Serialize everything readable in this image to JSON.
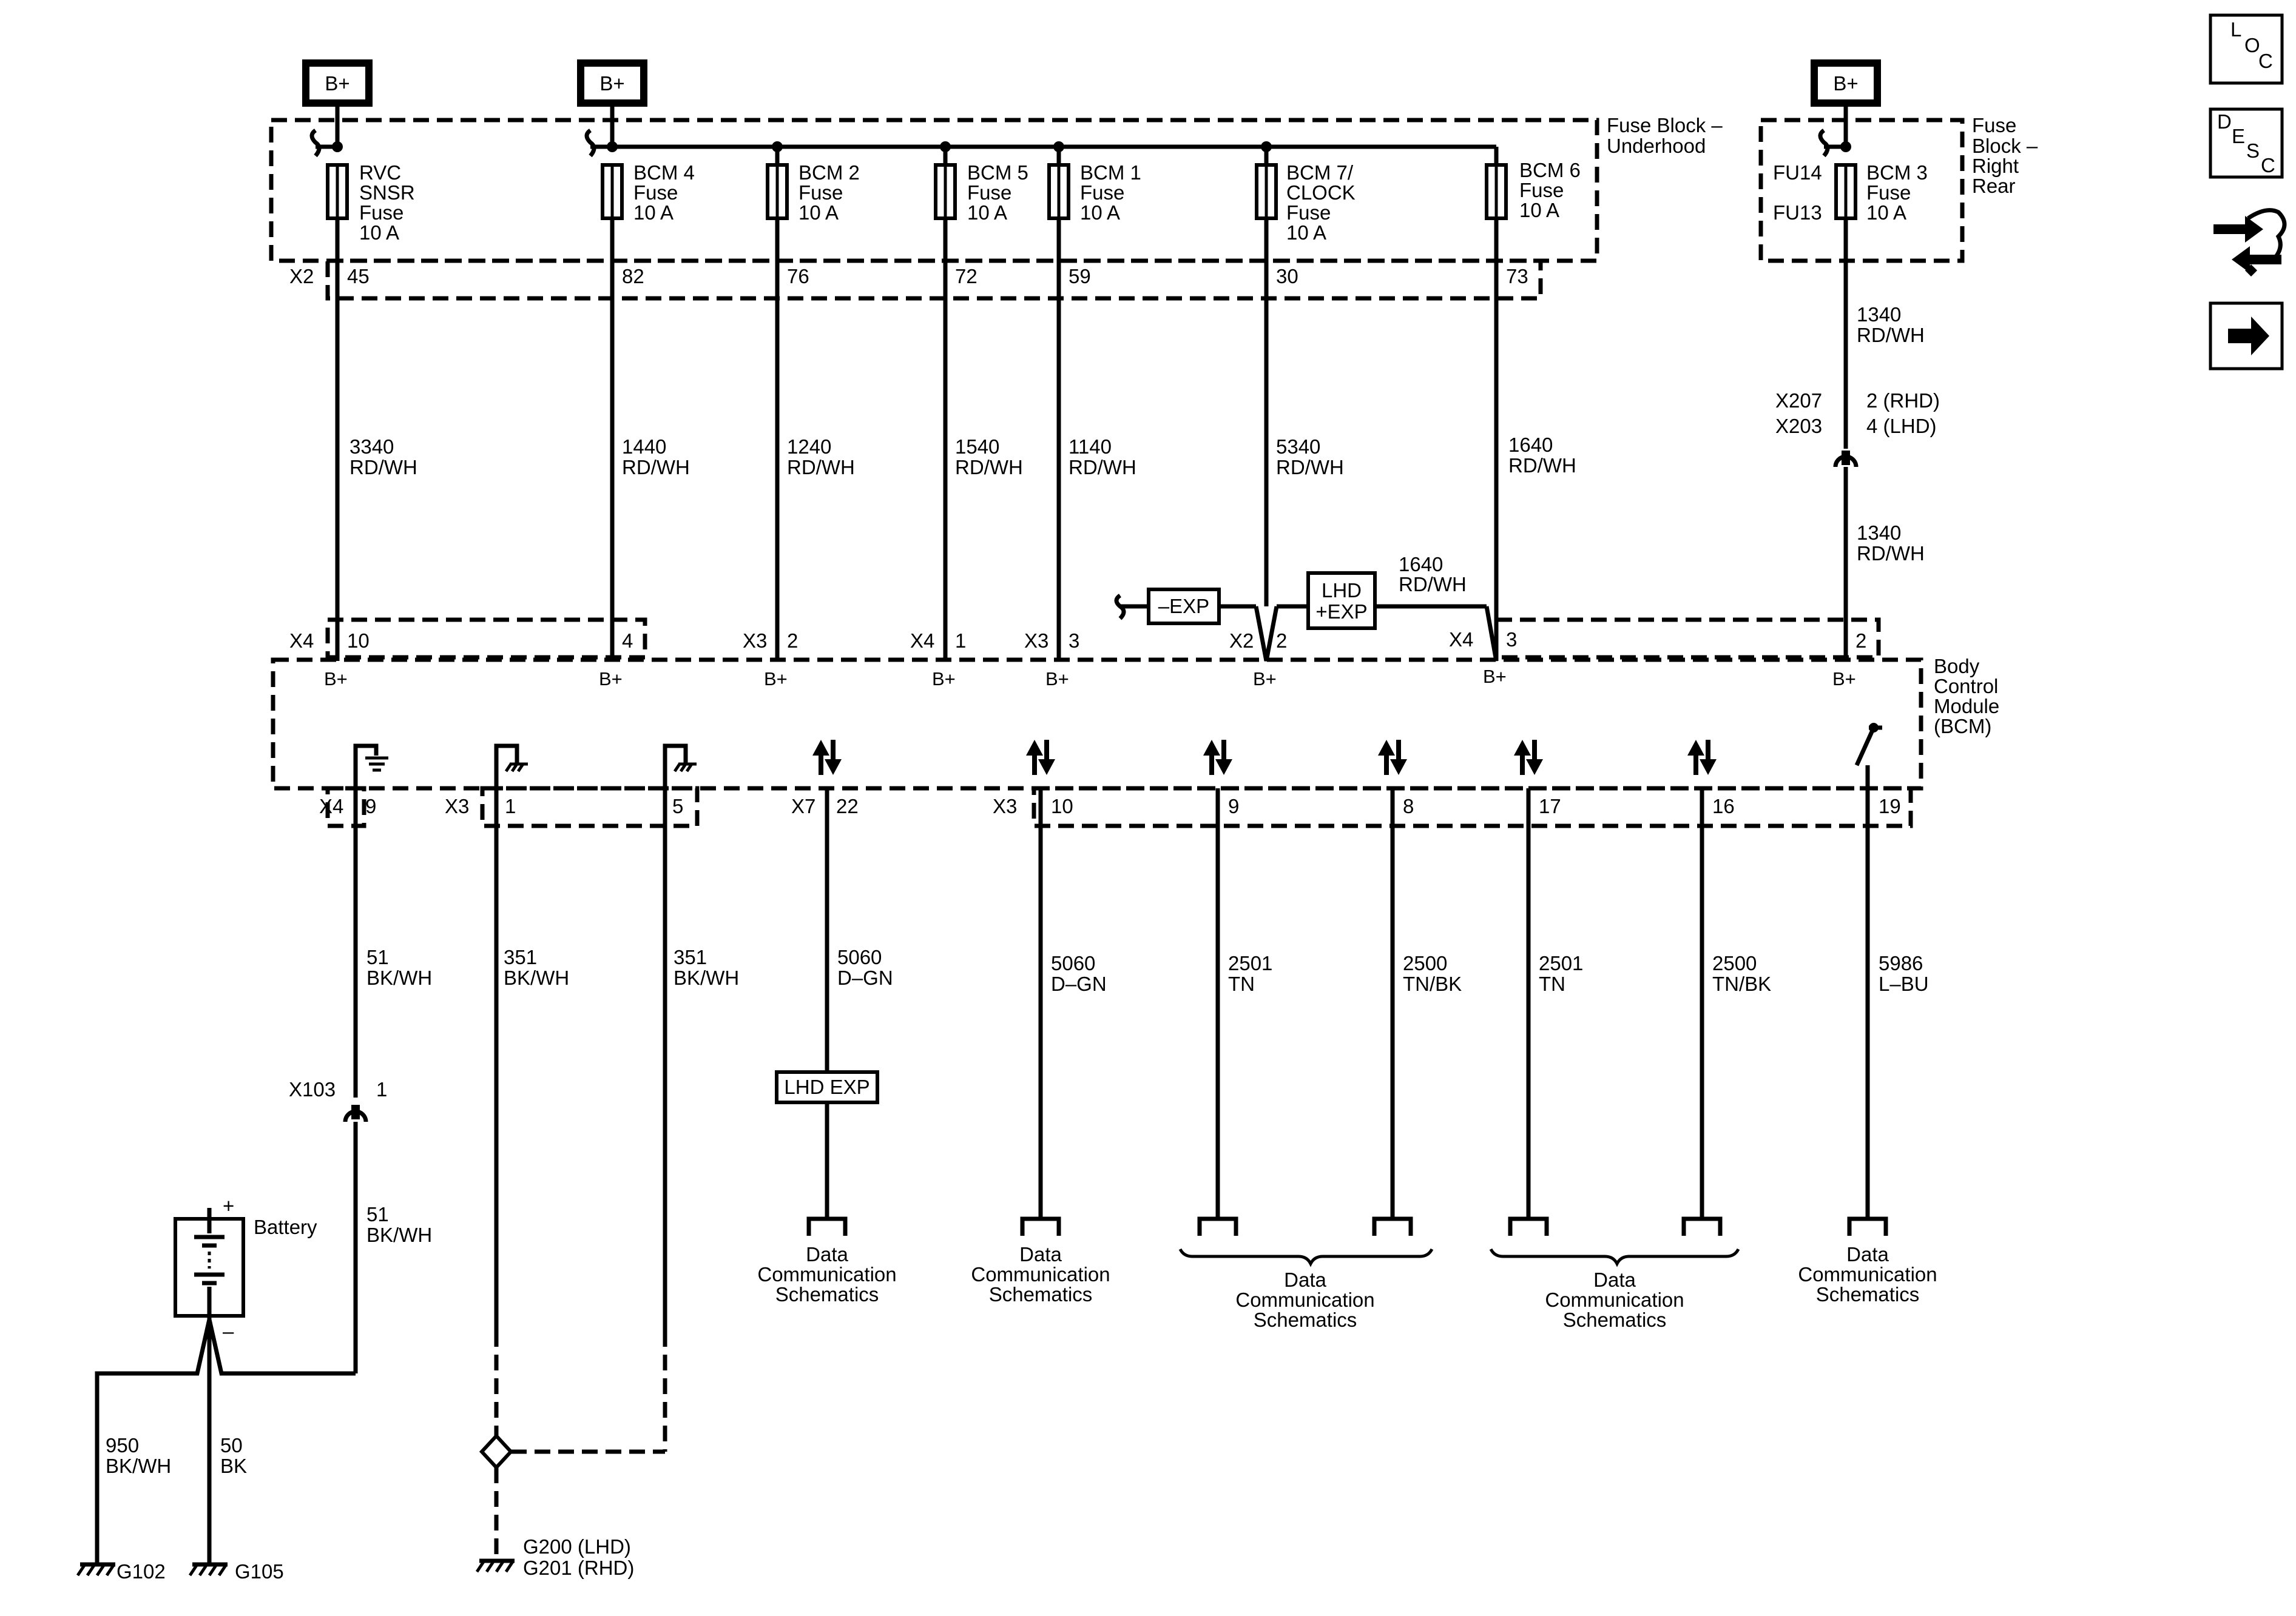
{
  "b_plus": "B+",
  "fuse_blocks": {
    "underhood": {
      "line1": "Fuse Block –",
      "line2": "Underhood"
    },
    "right_rear": {
      "line1": "Fuse",
      "line2": "Block –",
      "line3": "Right",
      "line4": "Rear"
    }
  },
  "fuses": {
    "rvc": [
      "RVC",
      "SNSR",
      "Fuse",
      "10 A"
    ],
    "bcm4": [
      "BCM 4",
      "Fuse",
      "10 A"
    ],
    "bcm2": [
      "BCM 2",
      "Fuse",
      "10 A"
    ],
    "bcm5": [
      "BCM 5",
      "Fuse",
      "10 A"
    ],
    "bcm1": [
      "BCM 1",
      "Fuse",
      "10 A"
    ],
    "bcm7": [
      "BCM 7/",
      "CLOCK",
      "Fuse",
      "10 A"
    ],
    "bcm6": [
      "BCM 6",
      "Fuse",
      "10 A"
    ],
    "bcm3": [
      "BCM 3",
      "Fuse",
      "10 A"
    ]
  },
  "fu14": "FU14",
  "fu13": "FU13",
  "fuse_connector": {
    "name": "X2",
    "pins": [
      "45",
      "82",
      "76",
      "72",
      "59",
      "30",
      "73"
    ]
  },
  "upper_wires": [
    {
      "circuit": "3340",
      "color": "RD/WH"
    },
    {
      "circuit": "1440",
      "color": "RD/WH"
    },
    {
      "circuit": "1240",
      "color": "RD/WH"
    },
    {
      "circuit": "1540",
      "color": "RD/WH"
    },
    {
      "circuit": "1140",
      "color": "RD/WH"
    },
    {
      "circuit": "5340",
      "color": "RD/WH"
    },
    {
      "circuit": "1640",
      "color": "RD/WH"
    }
  ],
  "rear_feed": {
    "upper_circuit": "1340",
    "upper_color": "RD/WH",
    "lower_circuit": "1340",
    "lower_color": "RD/WH",
    "conn_a": "X207",
    "conn_b": "X203",
    "pin_a": "2 (RHD)",
    "pin_b": "4 (LHD)"
  },
  "exp": {
    "minus": "–EXP",
    "lhd1": "LHD",
    "lhd2": "+EXP",
    "circuit": "1640",
    "color": "RD/WH"
  },
  "bcm_top_pins": [
    {
      "conn": "X4",
      "pin": "10"
    },
    {
      "conn": "",
      "pin": "4"
    },
    {
      "conn": "X3",
      "pin": "2"
    },
    {
      "conn": "X4",
      "pin": "1"
    },
    {
      "conn": "X3",
      "pin": "3"
    },
    {
      "conn": "X2",
      "pin": "2"
    },
    {
      "conn": "X4",
      "pin": "3"
    },
    {
      "conn": "",
      "pin": "2"
    }
  ],
  "bcm": {
    "line1": "Body",
    "line2": "Control",
    "line3": "Module",
    "line4": "(BCM)"
  },
  "bcm_bottom_pins": [
    {
      "conn": "X4",
      "pin": "9"
    },
    {
      "conn": "X3",
      "pin": "1"
    },
    {
      "conn": "",
      "pin": "5"
    },
    {
      "conn": "X7",
      "pin": "22"
    },
    {
      "conn": "X3",
      "pin": "10"
    },
    {
      "conn": "",
      "pin": "9"
    },
    {
      "conn": "",
      "pin": "8"
    },
    {
      "conn": "",
      "pin": "17"
    },
    {
      "conn": "",
      "pin": "16"
    },
    {
      "conn": "",
      "pin": "19"
    }
  ],
  "lower_wires": [
    {
      "circuit": "51",
      "color": "BK/WH"
    },
    {
      "circuit": "351",
      "color": "BK/WH"
    },
    {
      "circuit": "351",
      "color": "BK/WH"
    },
    {
      "circuit": "5060",
      "color": "D–GN"
    },
    {
      "circuit": "5060",
      "color": "D–GN"
    },
    {
      "circuit": "2501",
      "color": "TN"
    },
    {
      "circuit": "2500",
      "color": "TN/BK"
    },
    {
      "circuit": "2501",
      "color": "TN"
    },
    {
      "circuit": "2500",
      "color": "TN/BK"
    },
    {
      "circuit": "5986",
      "color": "L–BU"
    }
  ],
  "x103": {
    "conn": "X103",
    "pin": "1",
    "circuit": "51",
    "color": "BK/WH"
  },
  "lhd_exp_box": "LHD EXP",
  "dcs": [
    "Data",
    "Communication",
    "Schematics"
  ],
  "battery": {
    "label": "Battery",
    "plus": "+",
    "minus": "–"
  },
  "grounds": {
    "w950": {
      "circuit": "950",
      "color": "BK/WH"
    },
    "w50": {
      "circuit": "50",
      "color": "BK"
    },
    "g102": "G102",
    "g105": "G105",
    "g200": "G200 (LHD)",
    "g201": "G201 (RHD)"
  },
  "nav": {
    "loc": [
      "L",
      "O",
      "C"
    ],
    "desc": [
      "D",
      "E",
      "S",
      "C"
    ],
    "icons": [
      "connector-icon",
      "arrow-right-icon"
    ]
  }
}
